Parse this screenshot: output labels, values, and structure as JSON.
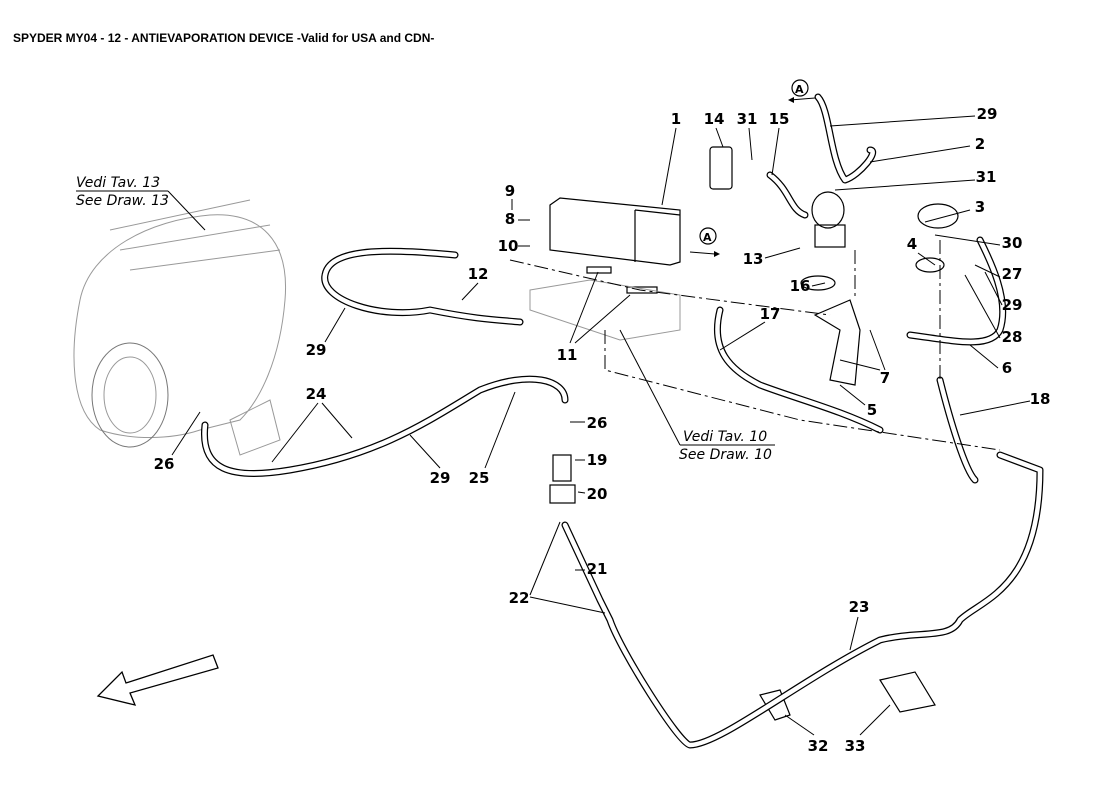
{
  "title": "SPYDER MY04 - 12 - ANTIEVAPORATION DEVICE -Valid for USA and CDN-",
  "references": {
    "draw13": {
      "line1": "Vedi Tav. 13",
      "line2": "See Draw. 13"
    },
    "draw10": {
      "line1": "Vedi Tav. 10",
      "line2": "See Draw. 10"
    },
    "connector_a_top": "A",
    "connector_a_canister": "A"
  },
  "callouts": [
    "1",
    "14",
    "31",
    "15",
    "29",
    "2",
    "31",
    "3",
    "30",
    "4",
    "27",
    "29",
    "28",
    "6",
    "7",
    "5",
    "18",
    "16",
    "17",
    "13",
    "9",
    "8",
    "10",
    "12",
    "11",
    "29",
    "24",
    "26",
    "29",
    "25",
    "26",
    "19",
    "20",
    "21",
    "22",
    "23",
    "32",
    "33"
  ],
  "icons": {
    "direction_arrow": "large-arrow-down-left-icon"
  }
}
